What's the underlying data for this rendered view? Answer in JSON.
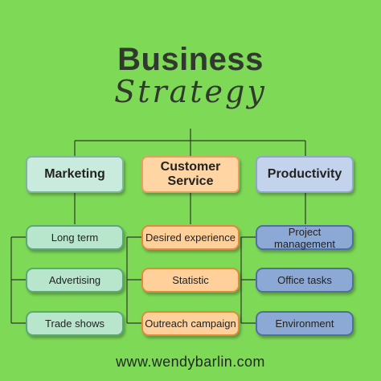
{
  "title": "Business",
  "subtitle": "Strategy",
  "footer": "www.wendybarlin.com",
  "colors": {
    "background": "#7ed957",
    "lines": "#2f3a2c"
  },
  "columns": [
    {
      "heading": "Marketing",
      "color": "green",
      "items": [
        "Long term",
        "Advertising",
        "Trade shows"
      ]
    },
    {
      "heading": "Customer\nService",
      "color": "orange",
      "items": [
        "Desired experience",
        "Statistic",
        "Outreach campaign"
      ]
    },
    {
      "heading": "Productivity",
      "color": "blue",
      "items": [
        "Project management",
        "Office tasks",
        "Environment"
      ]
    }
  ]
}
